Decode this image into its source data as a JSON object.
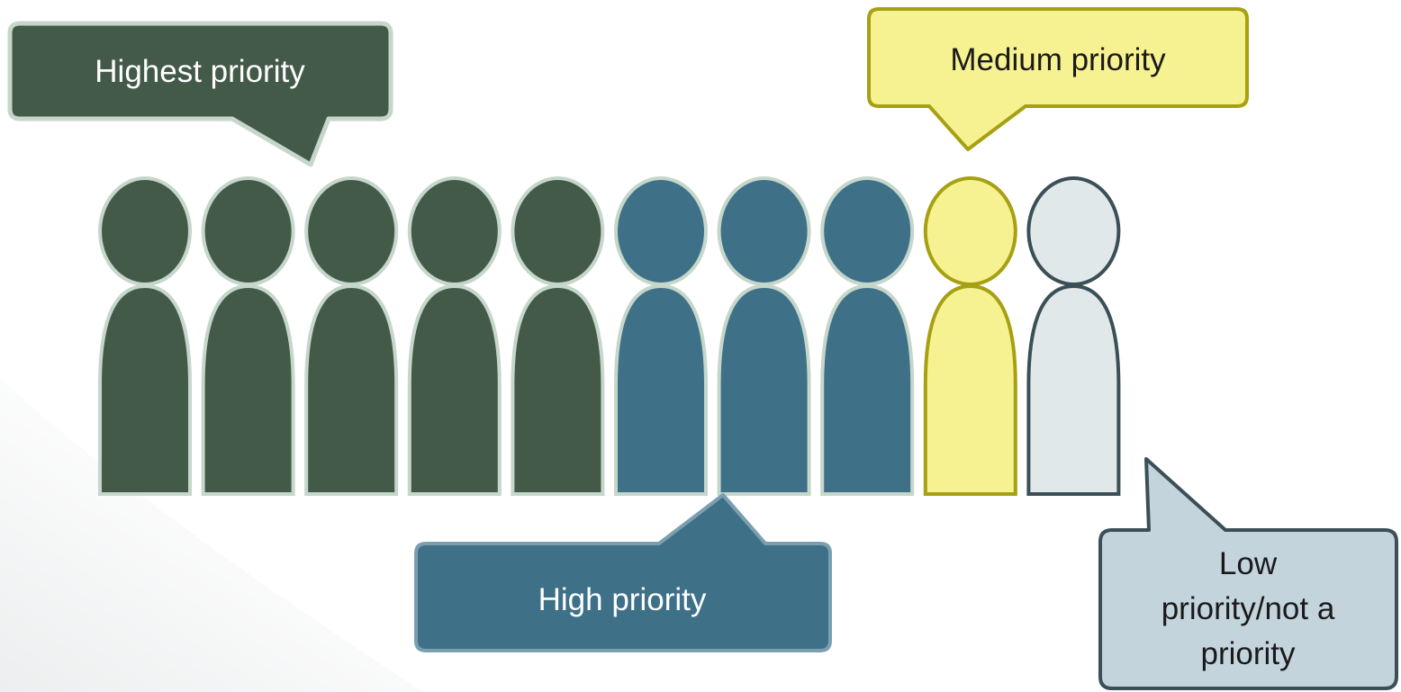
{
  "colors": {
    "highest": {
      "fill": "#445a48",
      "stroke": "#c5d6cb",
      "text": "#ffffff"
    },
    "high": {
      "fill": "#3e7088",
      "stroke": "#c5d6cb",
      "text": "#ffffff"
    },
    "medium": {
      "fill": "#f6f291",
      "stroke": "#a6a012",
      "text": "#1a1a1a"
    },
    "low": {
      "fill": "#e1e8ea",
      "stroke": "#3b4f57",
      "text": "#1a1a1a"
    },
    "low_callout_fill": "#c4d4dc",
    "high_callout_stroke": "#7b9fb1"
  },
  "figures": [
    {
      "level": "highest"
    },
    {
      "level": "highest"
    },
    {
      "level": "highest"
    },
    {
      "level": "highest"
    },
    {
      "level": "highest"
    },
    {
      "level": "high"
    },
    {
      "level": "high"
    },
    {
      "level": "high"
    },
    {
      "level": "medium"
    },
    {
      "level": "low"
    }
  ],
  "callouts": {
    "highest": {
      "lines": [
        "Highest priority"
      ]
    },
    "medium": {
      "lines": [
        "Medium priority"
      ]
    },
    "high": {
      "lines": [
        "High priority"
      ]
    },
    "low": {
      "lines": [
        "Low",
        "priority/not a",
        "priority"
      ]
    }
  }
}
